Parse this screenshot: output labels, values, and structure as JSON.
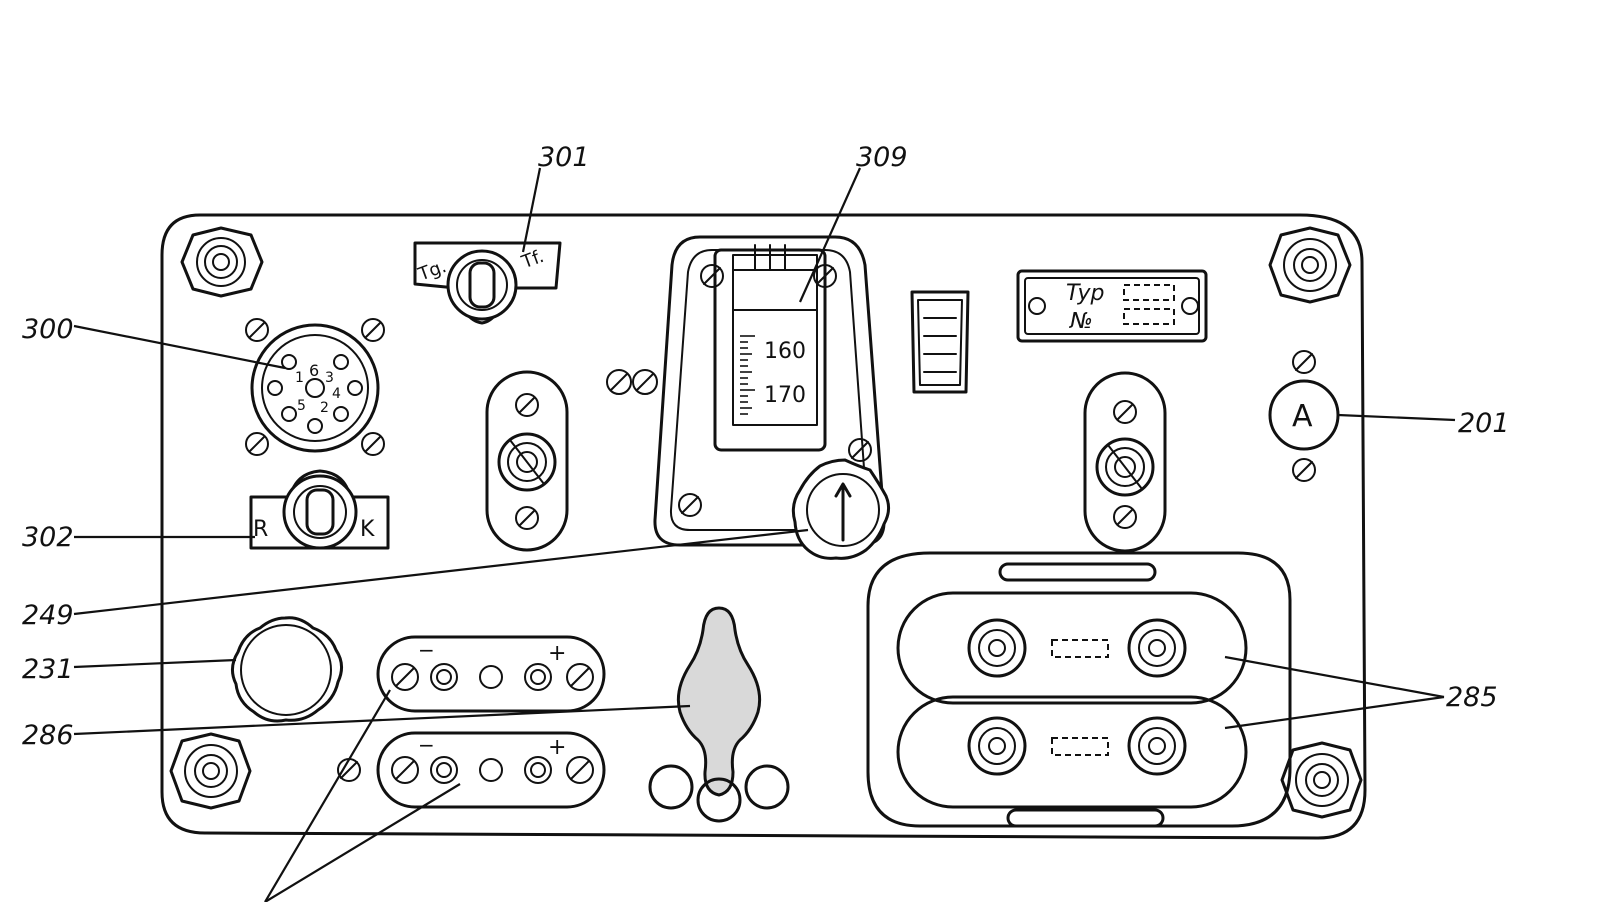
{
  "callouts": {
    "c301": "301",
    "c309": "309",
    "c300": "300",
    "c302": "302",
    "c249": "249",
    "c231": "231",
    "c286": "286",
    "c201": "201",
    "c285": "285"
  },
  "panel_markings": {
    "switch_top_left": "Tg.",
    "switch_top_right": "Tf.",
    "switch_r": "R",
    "switch_k": "K",
    "socket_pin_6": "6",
    "socket_pin_4": "4",
    "socket_pin_1": "1",
    "socket_pin_3": "3",
    "socket_pin_5": "5",
    "socket_pin_2": "2",
    "scale_160": "160",
    "scale_170": "170",
    "plate_typ": "Typ",
    "plate_no": "№",
    "meter_a": "A",
    "minus_1": "−",
    "plus_1": "+",
    "minus_2": "−",
    "plus_2": "+"
  }
}
